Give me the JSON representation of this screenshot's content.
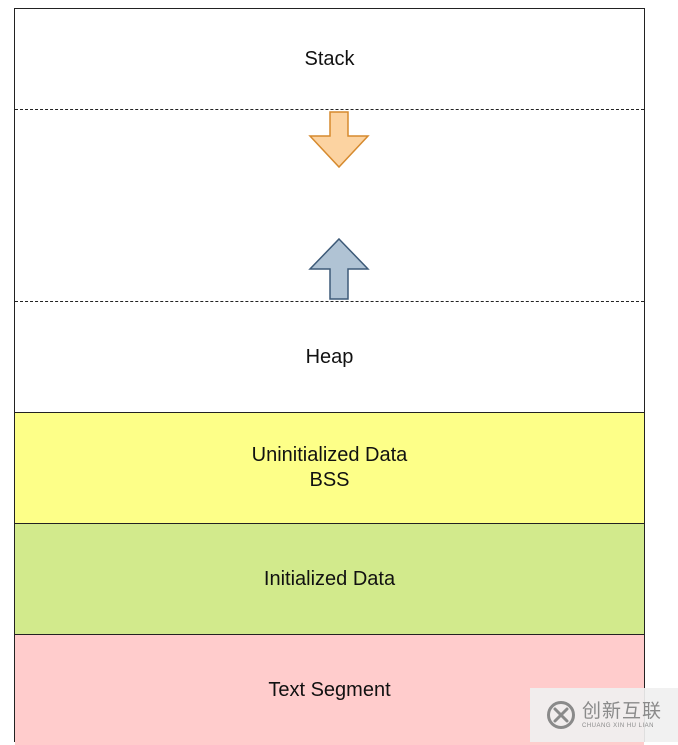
{
  "diagram": {
    "segments": {
      "stack": "Stack",
      "heap": "Heap",
      "bss_line1": "Uninitialized Data",
      "bss_line2": "BSS",
      "initialized": "Initialized Data",
      "text_segment": "Text Segment"
    },
    "colors": {
      "bss": "#fdff88",
      "initialized": "#d2ea8c",
      "text_segment": "#ffcccc",
      "stack_arrow": "#fcd3a1",
      "heap_arrow": "#b0c3d4"
    },
    "arrows": {
      "stack_growth": "arrow-down-icon",
      "heap_growth": "arrow-up-icon"
    }
  },
  "watermark": {
    "logo_icon": "logo-icon",
    "text_cn": "创新互联",
    "text_en": "CHUANG XIN HU LIAN"
  }
}
